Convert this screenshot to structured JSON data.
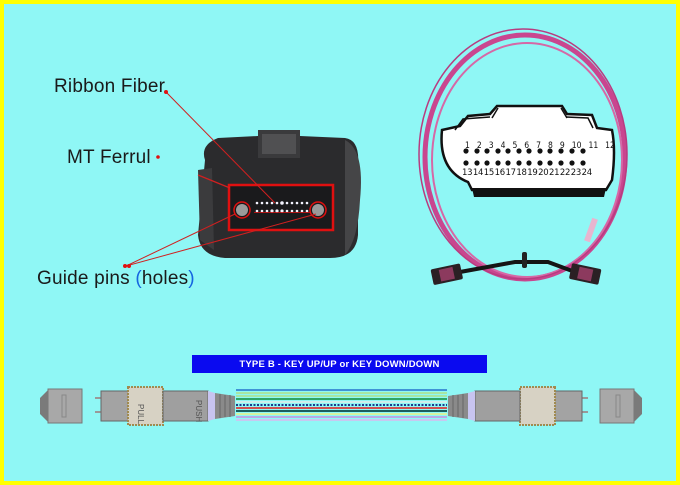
{
  "labels": {
    "ribbon_fiber": "Ribbon Fiber",
    "mt_ferrule": "MT Ferrul",
    "guide_pins": "Guide pins",
    "holes_open": "(",
    "holes_text": "holes",
    "holes_close": ")"
  },
  "pinout": {
    "top_row": [
      "1",
      "2",
      "3",
      "4",
      "5",
      "6",
      "7",
      "8",
      "9",
      "10",
      "11",
      "12"
    ],
    "bottom_row": [
      "13",
      "14",
      "15",
      "16",
      "17",
      "18",
      "19",
      "20",
      "21",
      "22",
      "23",
      "24"
    ]
  },
  "banner": {
    "text": "TYPE B - KEY UP/UP or KEY DOWN/DOWN"
  },
  "connector_labels": {
    "pull": "PULL",
    "push": "PUSH"
  },
  "colors": {
    "background": "#8ff7f5",
    "border": "#ffff00",
    "banner": "#0a0af0",
    "callout": "#e01010",
    "cable": "#c9468f",
    "fibers": [
      "#3f93d6",
      "#a7e6a4",
      "#a7e6a4",
      "#2ea566",
      "#cfeeea",
      "#1d3a8a",
      "#d05050",
      "#1a5e5e",
      "#d6f2a0",
      "#b9a9e6",
      "#c8c8f0"
    ]
  }
}
